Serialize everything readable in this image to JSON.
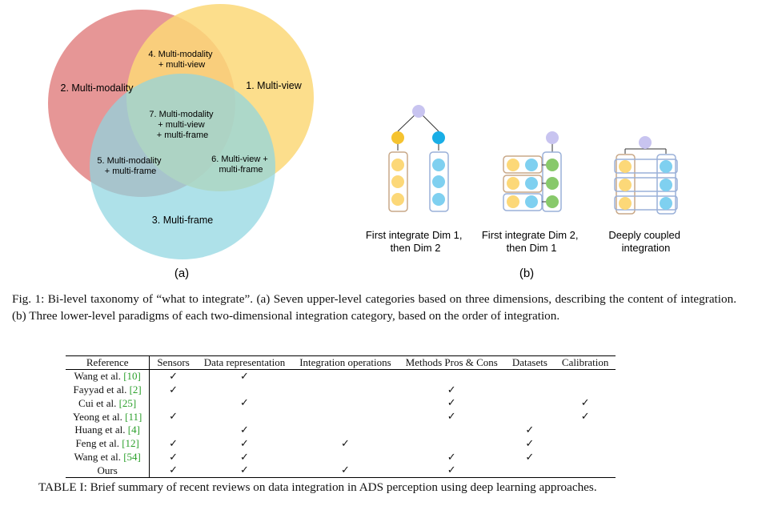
{
  "figure": {
    "venn": {
      "labels": {
        "r1": "1. Multi-view",
        "r2": "2. Multi-modality",
        "r3": "3. Multi-frame",
        "r4": [
          "4. Multi-modality",
          "+ multi-view"
        ],
        "r5": [
          "5. Multi-modality",
          "+ multi-frame"
        ],
        "r6": [
          "6. Multi-view +",
          "multi-frame"
        ],
        "r7": [
          "7. Multi-modality",
          "+ multi-view",
          "+ multi-frame"
        ]
      },
      "colors": {
        "multi_modality": "#dc6e6e",
        "multi_view": "#fcd878",
        "multi_frame": "#8fd5e0"
      },
      "sublabel": "(a)"
    },
    "paradigms": {
      "items": [
        {
          "line1": "First integrate Dim 1,",
          "line2": "then Dim 2"
        },
        {
          "line1": "First integrate Dim 2,",
          "line2": "then Dim 1"
        },
        {
          "line1": "Deeply coupled",
          "line2": "integration"
        }
      ],
      "sublabel": "(b)",
      "colors": {
        "root": "#c8c4f0",
        "yellow": "#fcd878",
        "blue": "#7fd0f0",
        "orange": "#f5c330",
        "cyan": "#19aee6",
        "green": "#88c96a"
      }
    }
  },
  "figure_caption": "Fig. 1: Bi-level taxonomy of “what to integrate”. (a) Seven upper-level categories based on three dimensions, describing the content of integration. (b) Three lower-level paradigms of each two-dimensional integration category, based on the order of integration.",
  "table": {
    "headers": [
      "Reference",
      "Sensors",
      "Data representation",
      "Integration operations",
      "Methods Pros & Cons",
      "Datasets",
      "Calibration"
    ],
    "check_glyph": "✓",
    "rows": [
      {
        "ref": "Wang et al. ",
        "cite": "[10]",
        "marks": [
          1,
          1,
          0,
          0,
          0,
          0
        ]
      },
      {
        "ref": "Fayyad et al. ",
        "cite": "[2]",
        "marks": [
          1,
          0,
          0,
          1,
          0,
          0
        ]
      },
      {
        "ref": "Cui et al. ",
        "cite": "[25]",
        "marks": [
          0,
          1,
          0,
          1,
          0,
          1
        ]
      },
      {
        "ref": "Yeong et al. ",
        "cite": "[11]",
        "marks": [
          1,
          0,
          0,
          1,
          0,
          1
        ]
      },
      {
        "ref": "Huang et al. ",
        "cite": "[4]",
        "marks": [
          0,
          1,
          0,
          0,
          1,
          0
        ]
      },
      {
        "ref": "Feng et al. ",
        "cite": "[12]",
        "marks": [
          1,
          1,
          1,
          0,
          1,
          0
        ]
      },
      {
        "ref": "Wang et al. ",
        "cite": "[54]",
        "marks": [
          1,
          1,
          0,
          1,
          1,
          0
        ]
      },
      {
        "ref": "Ours",
        "cite": "",
        "marks": [
          1,
          1,
          1,
          1,
          0,
          0
        ]
      }
    ]
  },
  "table_caption": "TABLE I: Brief summary of recent reviews on data integration in ADS perception using deep learning approaches."
}
